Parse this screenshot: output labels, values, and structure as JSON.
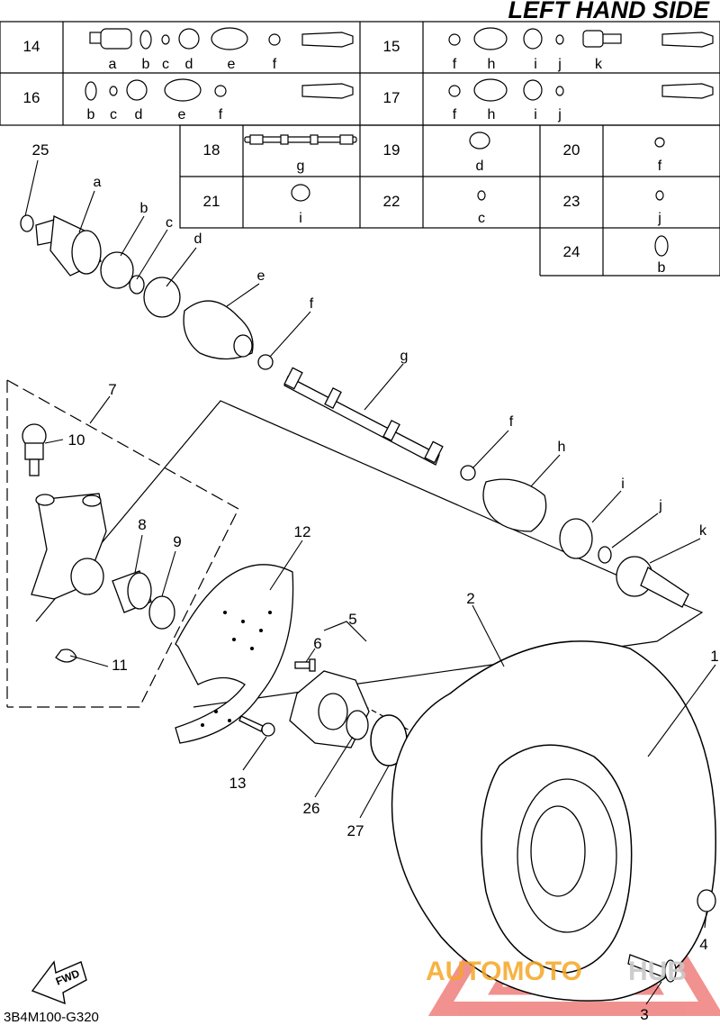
{
  "header": {
    "title": "LEFT HAND SIDE"
  },
  "footer": {
    "code": "3B4M100-G320",
    "fwd_label": "FWD"
  },
  "watermark": {
    "text_a": "AUTOMOTO",
    "text_b": "HUB",
    "color_a": "#f5a623",
    "color_b": "#c8c8c8",
    "logo_color": "#e53935"
  },
  "kit_table": {
    "rows": [
      {
        "num": "14",
        "letters": [
          "a",
          "b",
          "c",
          "d",
          "e",
          "f"
        ]
      },
      {
        "num": "15",
        "letters": [
          "f",
          "h",
          "i",
          "j",
          "k"
        ]
      },
      {
        "num": "16",
        "letters": [
          "b",
          "c",
          "d",
          "e",
          "f"
        ]
      },
      {
        "num": "17",
        "letters": [
          "f",
          "h",
          "i",
          "j"
        ]
      }
    ]
  },
  "parts_table": {
    "cells": [
      {
        "num": "18",
        "letter": "g"
      },
      {
        "num": "19",
        "letter": "d"
      },
      {
        "num": "20",
        "letter": "f"
      },
      {
        "num": "21",
        "letter": "i"
      },
      {
        "num": "22",
        "letter": "c"
      },
      {
        "num": "23",
        "letter": "j"
      },
      {
        "num": "24",
        "letter": "b"
      }
    ]
  },
  "callouts": {
    "n1": "1",
    "n2": "2",
    "n3": "3",
    "n4": "4",
    "n5": "5",
    "n6": "6",
    "n7": "7",
    "n8": "8",
    "n9": "9",
    "n10": "10",
    "n11": "11",
    "n12": "12",
    "n13": "13",
    "n25": "25",
    "n26": "26",
    "n27": "27"
  },
  "shaft_letters": {
    "a": "a",
    "b": "b",
    "c": "c",
    "d": "d",
    "e": "e",
    "f1": "f",
    "g": "g",
    "f2": "f",
    "h": "h",
    "i": "i",
    "j": "j",
    "k": "k"
  }
}
